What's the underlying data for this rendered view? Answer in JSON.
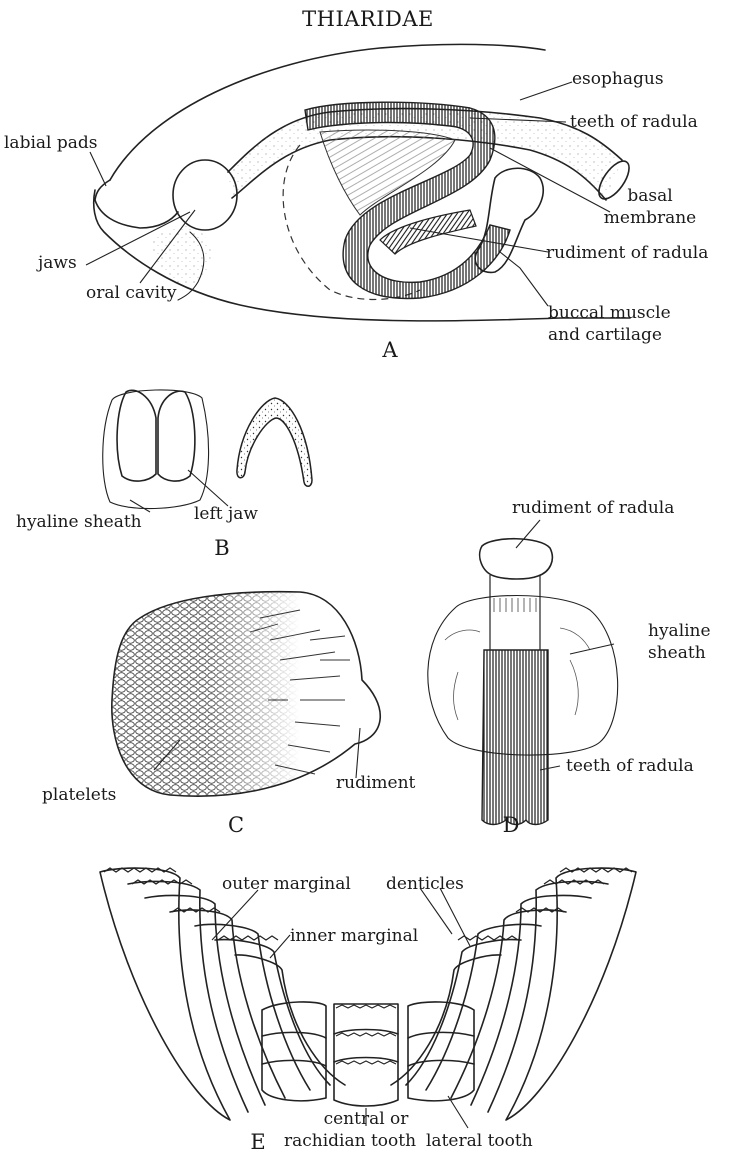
{
  "title": "THIARIDAE",
  "panels": {
    "a": {
      "letter": "A",
      "labels": {
        "esophagus": "esophagus",
        "labial_pads": "labial pads",
        "teeth_of_radula": "teeth of radula",
        "basal_membrane_1": "basal",
        "basal_membrane_2": "membrane",
        "jaws": "jaws",
        "rudiment_of_radula": "rudiment of radula",
        "oral_cavity": "oral cavity",
        "buccal_1": "buccal muscle",
        "buccal_2": "and cartilage"
      }
    },
    "b": {
      "letter": "B",
      "labels": {
        "hyaline_sheath": "hyaline sheath",
        "left_jaw": "left jaw"
      }
    },
    "c": {
      "letter": "C",
      "labels": {
        "platelets": "platelets",
        "rudiment": "rudiment"
      }
    },
    "d": {
      "letter": "D",
      "labels": {
        "rudiment_of_radula": "rudiment of radula",
        "hyaline_1": "hyaline",
        "hyaline_2": "sheath",
        "teeth_of_radula": "teeth of radula"
      }
    },
    "e": {
      "letter": "E",
      "labels": {
        "outer_marginal": "outer marginal",
        "denticles": "denticles",
        "inner_marginal": "inner marginal",
        "central_1": "central or",
        "central_2": "rachidian tooth",
        "lateral_tooth": "lateral tooth"
      }
    }
  }
}
